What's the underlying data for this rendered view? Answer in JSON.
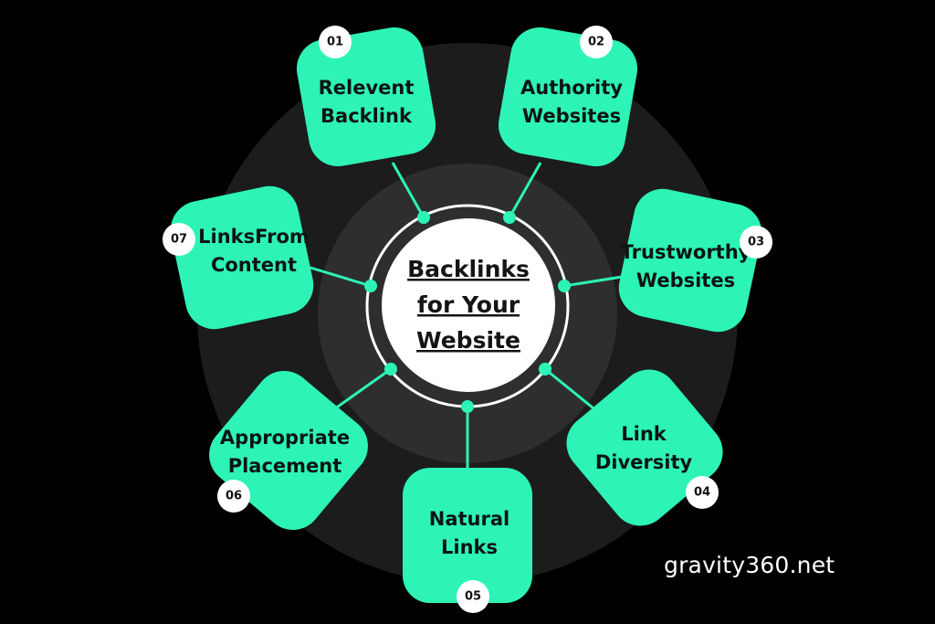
{
  "colors": {
    "background": "#000000",
    "outer_ring": "#1c1c1c",
    "inner_ring": "#2e2e2e",
    "accent": "#2df4b6",
    "center_fill": "#ffffff",
    "badge_fill": "#ffffff"
  },
  "center": {
    "lines": [
      "Backlinks",
      "for Your",
      "Website"
    ]
  },
  "nodes": [
    {
      "number": "01",
      "lines": [
        "Relevent",
        "Backlink"
      ]
    },
    {
      "number": "02",
      "lines": [
        "Authority",
        "Websites"
      ]
    },
    {
      "number": "03",
      "lines": [
        "Trustworthy",
        "Websites"
      ]
    },
    {
      "number": "04",
      "lines": [
        "Link",
        "Diversity"
      ]
    },
    {
      "number": "05",
      "lines": [
        "Natural",
        "Links"
      ]
    },
    {
      "number": "06",
      "lines": [
        "Appropriate",
        "Placement"
      ]
    },
    {
      "number": "07",
      "lines": [
        "LinksFrom",
        "Content"
      ]
    }
  ],
  "watermark": "gravity360.net"
}
